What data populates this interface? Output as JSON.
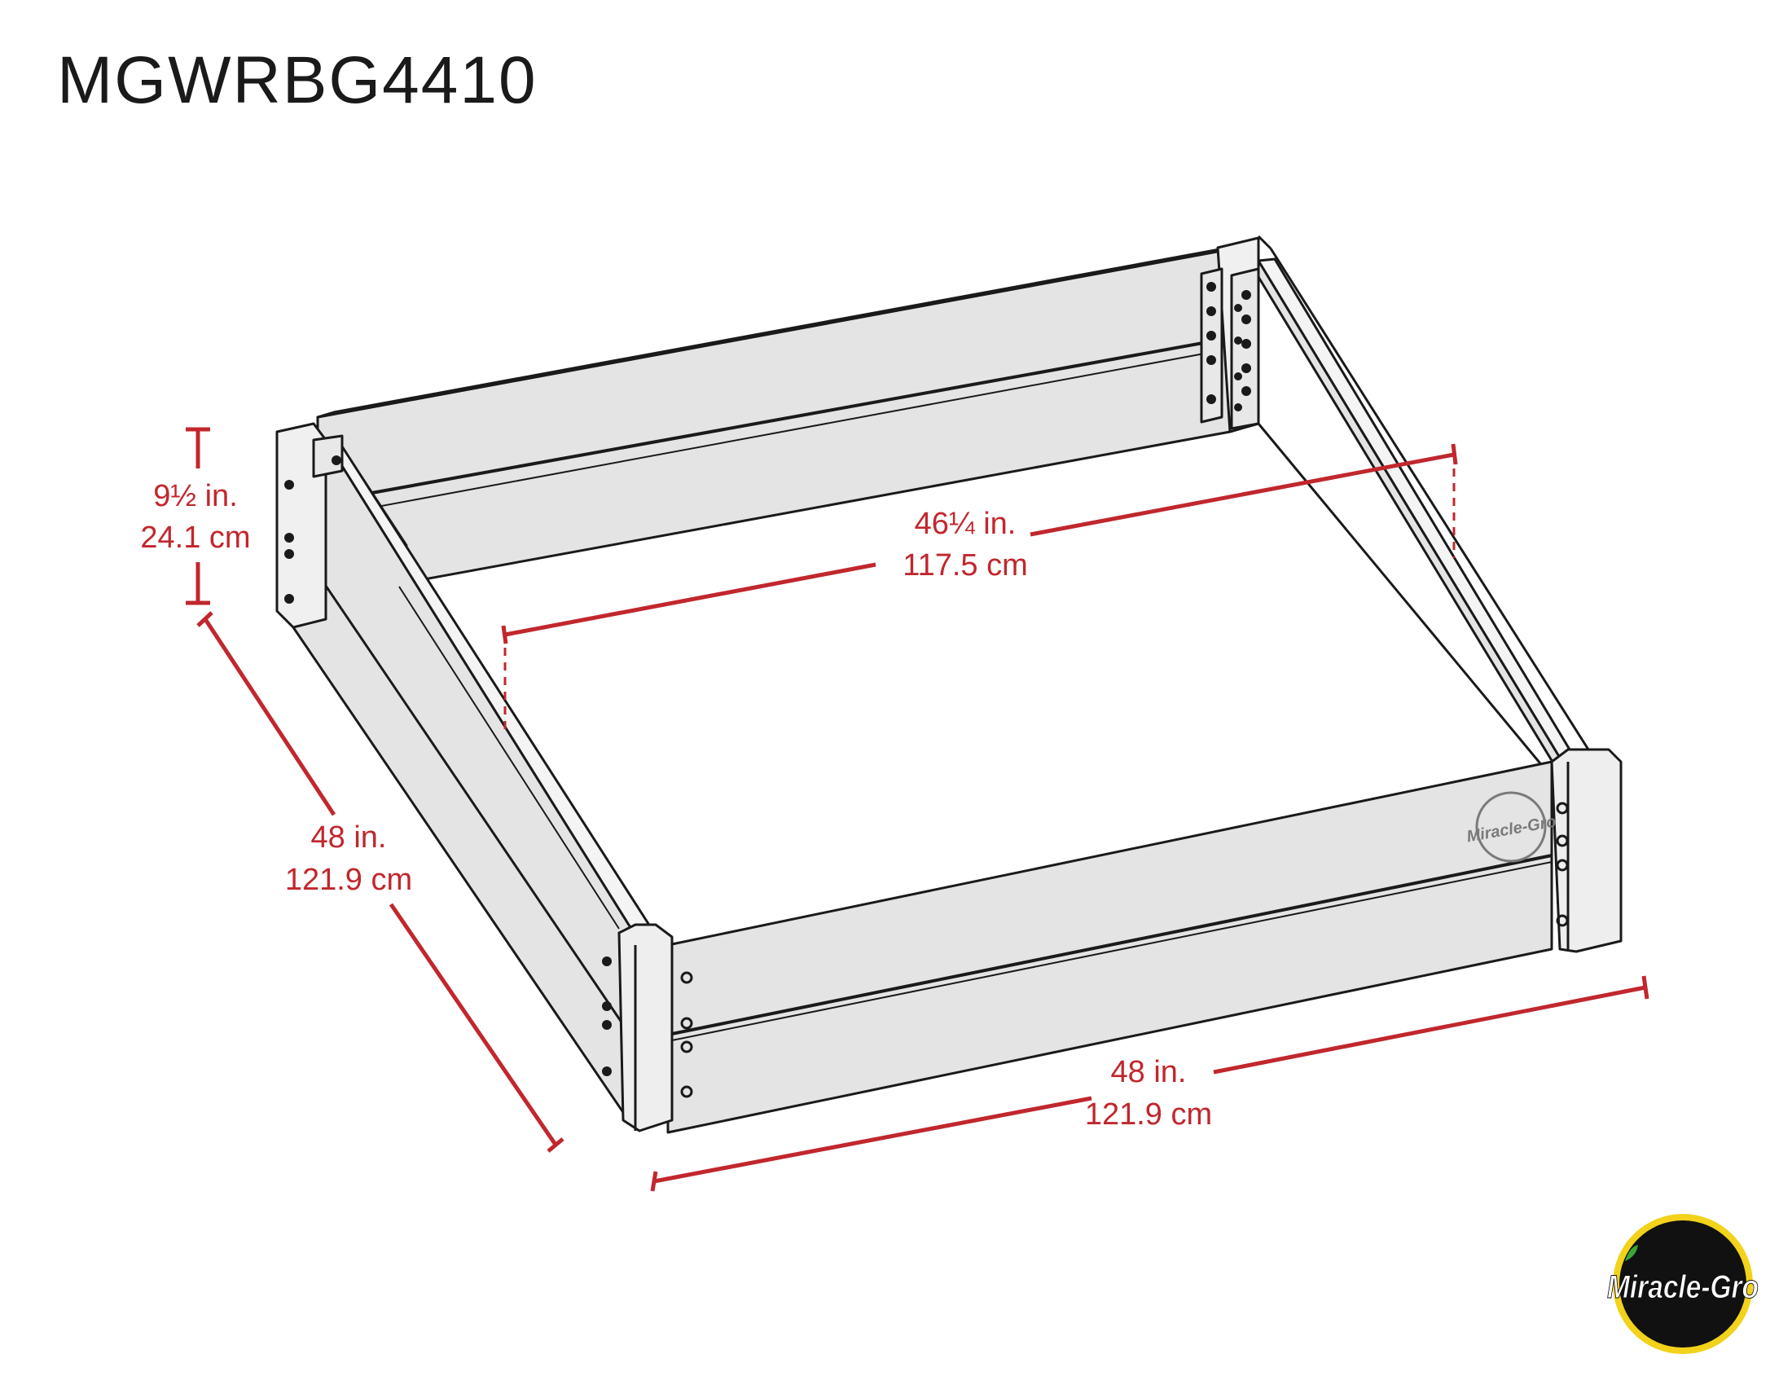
{
  "title": "MGWRBG4410",
  "colors": {
    "dimension": "#c1272d",
    "board": "#e4e4e4",
    "outline": "#1a1a1a",
    "logo_ring": "#f2d21b",
    "logo_bg": "#111111",
    "logo_leaf": "#3aa635"
  },
  "dimensions": {
    "height": {
      "imperial": "9½ in.",
      "metric": "24.1 cm"
    },
    "inner_width": {
      "imperial": "46¼ in.",
      "metric": "117.5 cm"
    },
    "side_length": {
      "imperial": "48 in.",
      "metric": "121.9 cm"
    },
    "front_length": {
      "imperial": "48 in.",
      "metric": "121.9 cm"
    }
  },
  "logo": {
    "text": "Miracle-Gro",
    "icon": "miracle-gro-logo-icon"
  },
  "panel_logo": {
    "text": "Miracle-Gro",
    "icon": "miracle-gro-emboss-icon"
  }
}
